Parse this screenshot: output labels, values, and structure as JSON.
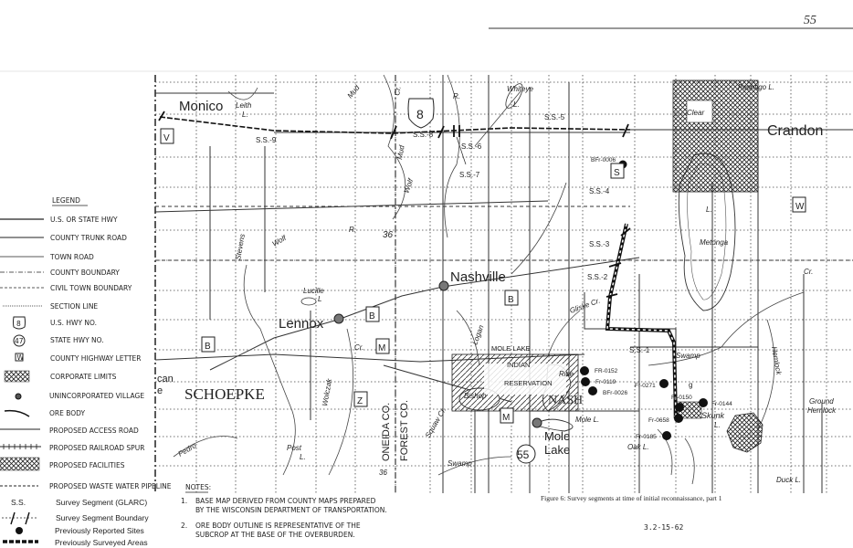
{
  "page_number": "55",
  "legend": {
    "title": "LEGEND",
    "items": [
      {
        "label": "U.S. OR STATE HWY",
        "symbol": "solid-line"
      },
      {
        "label": "COUNTY TRUNK ROAD",
        "symbol": "solid-line"
      },
      {
        "label": "TOWN ROAD",
        "symbol": "thin-line"
      },
      {
        "label": "COUNTY BOUNDARY",
        "symbol": "dash-dot-line"
      },
      {
        "label": "CIVIL TOWN BOUNDARY",
        "symbol": "dashed-line"
      },
      {
        "label": "SECTION LINE",
        "symbol": "dotted-line"
      },
      {
        "label": "U.S. HWY NO.",
        "symbol": "us-shield",
        "sample": "8"
      },
      {
        "label": "STATE HWY NO.",
        "symbol": "state-circle",
        "sample": "47"
      },
      {
        "label": "COUNTY HIGHWAY LETTER",
        "symbol": "letter-box",
        "sample": "W"
      },
      {
        "label": "CORPORATE LIMITS",
        "symbol": "crosshatch"
      },
      {
        "label": "UNINCORPORATED VILLAGE",
        "symbol": "village-dot"
      },
      {
        "label": "ORE BODY",
        "symbol": "ore-curve"
      },
      {
        "label": "PROPOSED ACCESS ROAD",
        "symbol": "solid-line"
      },
      {
        "label": "PROPOSED RAILROAD SPUR",
        "symbol": "rail-line"
      },
      {
        "label": "PROPOSED FACILITIES",
        "symbol": "crosshatch"
      },
      {
        "label": "PROPOSED WASTE WATER PIPELINE",
        "symbol": "dashed-line"
      }
    ],
    "extra": [
      {
        "symbol_text": "S.S.",
        "label": "Survey Segment (GLARC)"
      },
      {
        "label": "Survey Segment Boundary"
      },
      {
        "label": "Previously Reported Sites"
      },
      {
        "label": "Previously Surveyed Areas"
      }
    ]
  },
  "notes": {
    "title": "NOTES:",
    "items": [
      {
        "num": "1.",
        "line1": "BASE MAP DERIVED FROM COUNTY MAPS PREPARED",
        "line2": "BY THE WISCONSIN DEPARTMENT OF TRANSPORTATION."
      },
      {
        "num": "2.",
        "line1": "ORE BODY OUTLINE IS REPRESENTATIVE OF THE",
        "line2": "SUBCROP AT THE BASE OF THE OVERBURDEN."
      }
    ]
  },
  "caption": "Figure 6: Survey segments at time of initial reconnaissance, part 1",
  "doc_number": "3.2-15-62",
  "map": {
    "towns": {
      "monico": "Monico",
      "crandon": "Crandon",
      "nashville": "Nashville",
      "lennox": "Lennox",
      "schoepke": "SCHOEPKE",
      "mole_lake_1": "Mole",
      "mole_lake_2": "Lake",
      "nash": "NASH",
      "can": "can",
      "e": "e"
    },
    "segments": {
      "ss9": "S.S.-9",
      "ss8": "S.S.-8",
      "ss7": "S.S.-7",
      "ss6": "S.S.-6",
      "ss5": "S.S.-5",
      "ss4": "S.S.-4",
      "ss3": "S.S.-3",
      "ss2": "S.S.-2",
      "ss1": "S.S.-1"
    },
    "sites": {
      "bfr0006": "BFr-0006",
      "fr0152": "FR-0152",
      "fr0119": "Fr-0119",
      "bfr0026": "BFr-0026",
      "fr0271": "Fr-0271",
      "fr0150": "Fr-0150",
      "fr0144": "Fr-0144",
      "fr0658": "Fr-0658",
      "fr0185": "Fr-0185"
    },
    "highways": {
      "us8": "8",
      "sh55": "55",
      "r36": "36"
    },
    "county_letters": {
      "v": "V",
      "s": "S",
      "w": "W",
      "b1": "B",
      "b2": "B",
      "b3": "B",
      "m1": "M",
      "m2": "M",
      "z": "Z",
      "g": "g"
    },
    "counties": {
      "oneida": "ONEIDA CO.",
      "forest": "FOREST CO.",
      "oneida_num": "36"
    },
    "reservation": {
      "l1": "MOLE LAKE",
      "l2": "INDIAN",
      "l3": "RESERVATION"
    },
    "water": {
      "leith": "Leith",
      "leith_l": "L.",
      "mud": "Mud",
      "mud2": "Mud",
      "cr1": "Cr.",
      "whiteye": "Whiteye",
      "whiteye_l": "L.",
      "clear": "Clear",
      "peshtigo": "Peshtigo L.",
      "metonga": "Metonga",
      "metonga_l": "L.",
      "r": "R.",
      "wolf": "Wolf",
      "wolf2": "Wolf",
      "lucille": "Lucille",
      "lucille_l": "L",
      "stevens": "Stevens",
      "logan": "Logan",
      "gliske": "Gliske Cr.",
      "swamp": "Swamp",
      "swamp2": "Swamp",
      "rice": "Rice",
      "bishop": "Bishop",
      "mole_l": "Mole L.",
      "skunk": "Skunk",
      "skunk_l": "L.",
      "hemlock": "Hemlock",
      "ground": "Ground",
      "hemlock2": "Hemlock",
      "oak": "Oak L.",
      "pedro": "Pedro",
      "post": "Post",
      "post_l": "L.",
      "squaw": "Squaw Cr.",
      "wolczak": "Wolczak",
      "cr2": "Cr.",
      "cr3": "Cr.",
      "duck": "Duck L."
    }
  }
}
